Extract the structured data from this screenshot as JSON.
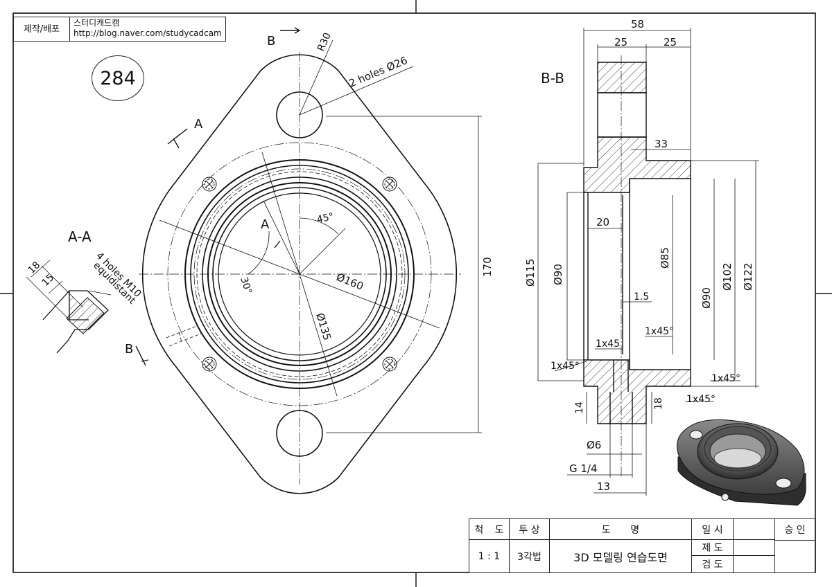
{
  "credit": {
    "label": "제작/배포",
    "line1": "스터디캐드캠",
    "line2": "http://blog.naver.com/studycadcam"
  },
  "drawing_number": "284",
  "section_labels": {
    "aa": "A-A",
    "bb": "B-B",
    "cut_a": "A",
    "cut_b": "B"
  },
  "front_view_dims": {
    "r30": "R30",
    "holes_26": "2 holes Ø26",
    "angle45": "45°",
    "angle30": "30°",
    "d160": "Ø160",
    "d135": "Ø135",
    "h170": "170"
  },
  "section_aa_dims": {
    "d18": "18",
    "d15": "15",
    "holes_m10": "4 holes M10",
    "equidistant": "equidistant"
  },
  "section_bb_dims": {
    "w58": "58",
    "w25a": "25",
    "w25b": "25",
    "w33": "33",
    "w20": "20",
    "d115": "Ø115",
    "d90a": "Ø90",
    "d85": "Ø85",
    "d90b": "Ø90",
    "d102": "Ø102",
    "d122": "Ø122",
    "w1_5": "1.5",
    "ch1": "1x45°",
    "ch2": "1x45",
    "ch3": "1x45°",
    "ch4": "1x45°",
    "ch5": "1x45°",
    "h14": "14",
    "h18": "18",
    "d6": "Ø6",
    "g14": "G 1/4",
    "w13": "13"
  },
  "title_block": {
    "scale_h": "척 도",
    "proj_h": "투 상",
    "name_h": "도 명",
    "date_h": "일 시",
    "approve_h": "승 인",
    "scale": "1 : 1",
    "proj": "3각법",
    "name": "3D 모델링 연습도면",
    "made": "제 도",
    "checked": "검 도"
  }
}
